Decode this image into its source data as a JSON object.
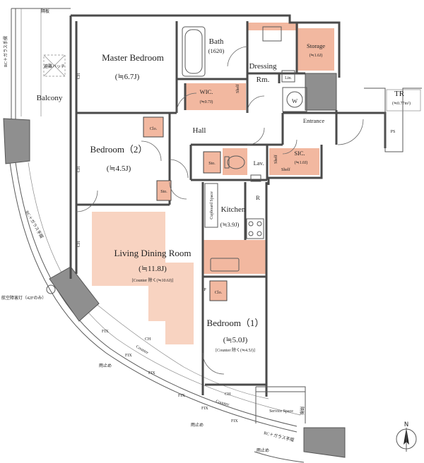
{
  "rooms": {
    "master_bedroom": {
      "name": "Master Bedroom",
      "area": "(≒6.7J)"
    },
    "bath": {
      "name": "Bath",
      "size": "(1620)"
    },
    "dressing": {
      "name": "Dressing",
      "sub": "Rm."
    },
    "storage": {
      "name": "Storage",
      "area": "(≒1.6J)"
    },
    "wic": {
      "name": "WIC.",
      "area": "(≒0.7J)",
      "shelf": "Shelf"
    },
    "lin": {
      "name": "Lin."
    },
    "washer": {
      "name": "W"
    },
    "tr": {
      "name": "TR",
      "area": "(≒0.77m²)"
    },
    "ps": {
      "name": "PS"
    },
    "balcony": {
      "name": "Balcony"
    },
    "hall": {
      "name": "Hall"
    },
    "entrance": {
      "name": "Entrance"
    },
    "bedroom2": {
      "name": "Bedroom（2）",
      "area": "(≒4.5J)"
    },
    "clo_top": {
      "name": "Clo."
    },
    "sto_1": {
      "name": "Sto."
    },
    "sto_2": {
      "name": "Sto."
    },
    "lav": {
      "name": "Lav."
    },
    "sic": {
      "name": "SIC.",
      "area": "(≒1.0J)",
      "shelf_a": "Shelf",
      "shelf_b": "Shelf"
    },
    "r": {
      "name": "R"
    },
    "kitchen": {
      "name": "Kitchen",
      "area": "(≒3.9J)",
      "cupboard": "Cupboard Space"
    },
    "ldr": {
      "name": "Living Dining Room",
      "area": "(≒11.8J)",
      "note": "[Counter 除く(≒10.6J)]"
    },
    "bedroom1": {
      "name": "Bedroom（1）",
      "area": "(≒5.0J)",
      "note": "[Counter 除く(≒4.5J)]"
    },
    "clo_bottom": {
      "name": "Clo."
    },
    "p": {
      "name": "P"
    },
    "service": {
      "name": "Service Space"
    }
  },
  "annotations": {
    "ch": "CH",
    "fix": "FIX",
    "counter": "Counter",
    "wall_note": "RC＋ガラス手摺",
    "stopper": "雨止め",
    "divider": "隔板",
    "evac": "避難ハッチ",
    "light": "航空障害灯（42Fのみ）"
  },
  "compass": {
    "label": "N"
  },
  "colors": {
    "accent": "#f2b8a0",
    "accent_light": "#f8d3c1",
    "column": "#8f8f8f",
    "wall": "#4a4a4a"
  }
}
